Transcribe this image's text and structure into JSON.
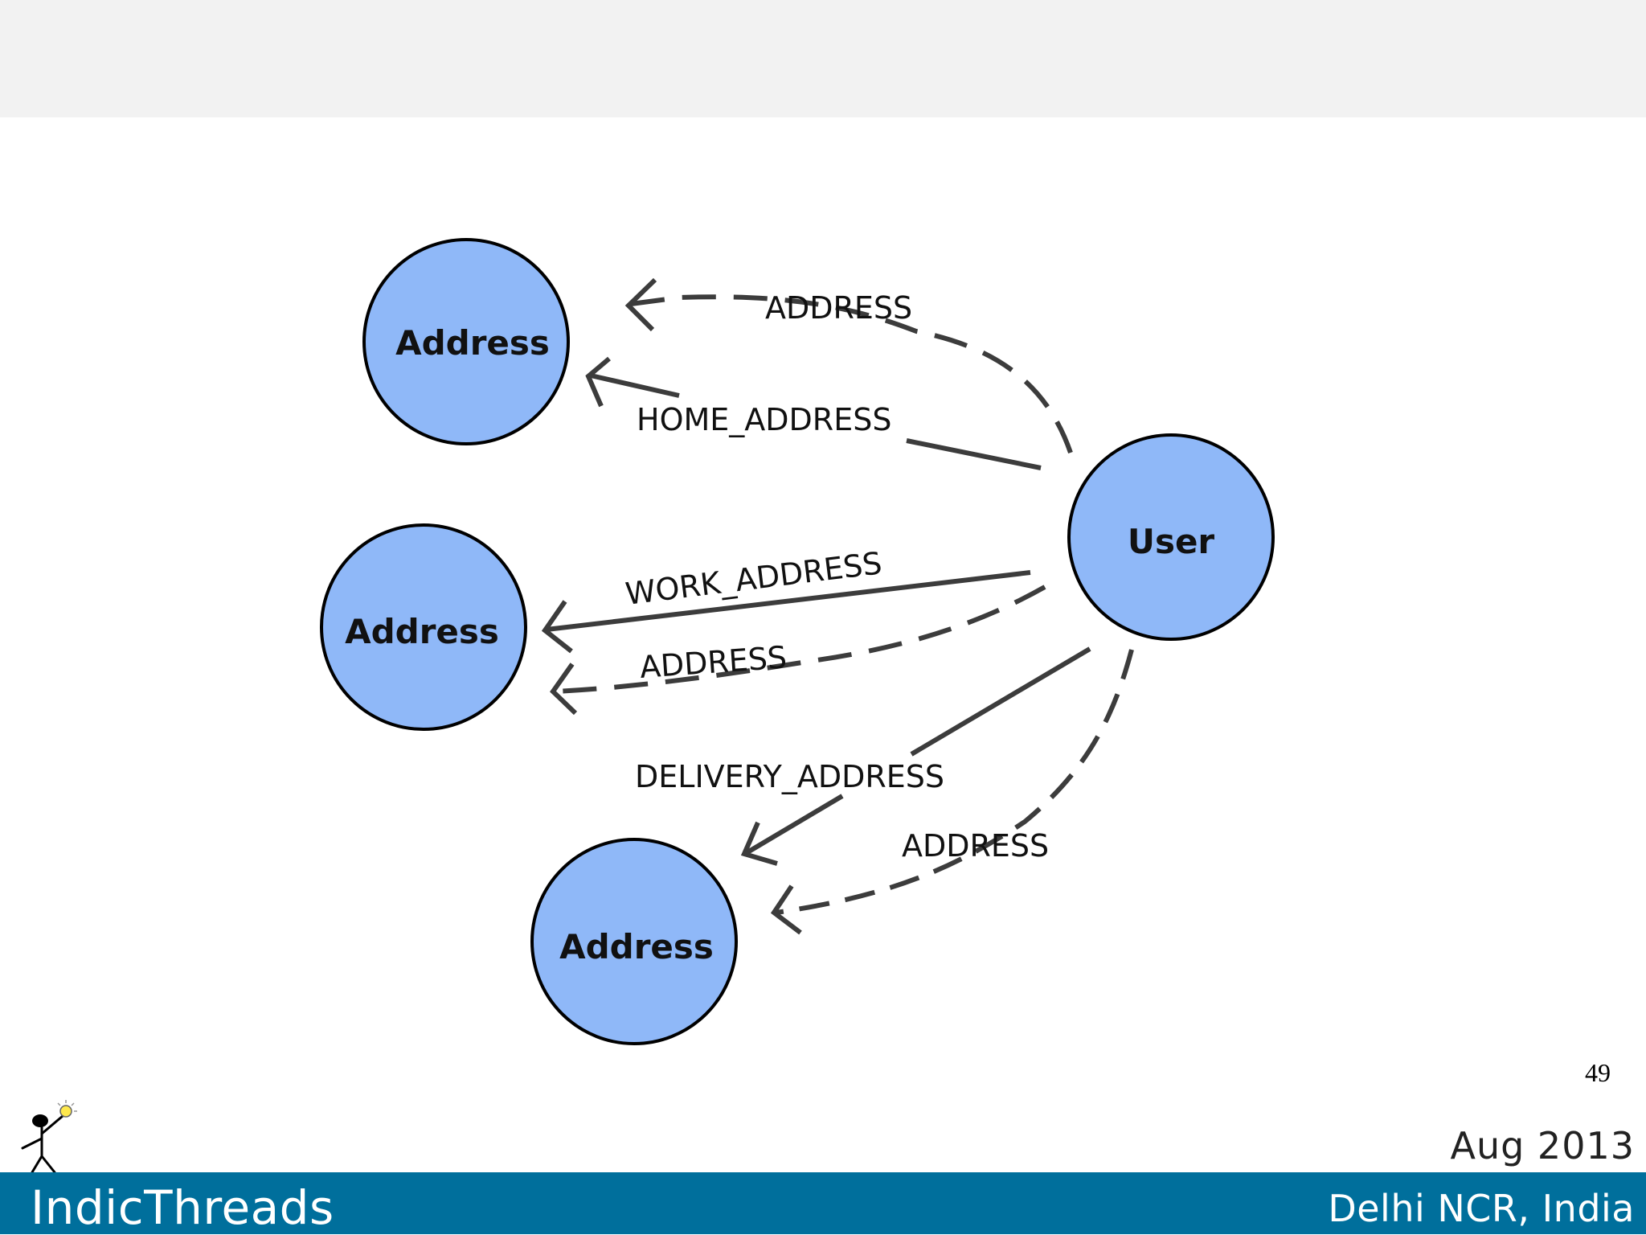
{
  "diagram": {
    "nodes": {
      "address_top": "Address",
      "address_middle": "Address",
      "address_bottom": "Address",
      "user": "User"
    },
    "edges": {
      "address_dashed_top": "ADDRESS",
      "home_address": "HOME_ADDRESS",
      "work_address": "WORK_ADDRESS",
      "address_dashed_middle": "ADDRESS",
      "delivery_address": "DELIVERY_ADDRESS",
      "address_dashed_bottom": "ADDRESS"
    },
    "colors": {
      "node_fill": "#8fb8f8",
      "node_stroke": "#000000",
      "edge": "#3c3c3c",
      "footer": "#006f9c"
    }
  },
  "slide": {
    "number": "49",
    "date": "Aug 2013",
    "brand": "IndicThreads",
    "location": "Delhi NCR, India"
  },
  "logo": {
    "icon": "stick-figure-lightbulb-icon"
  }
}
